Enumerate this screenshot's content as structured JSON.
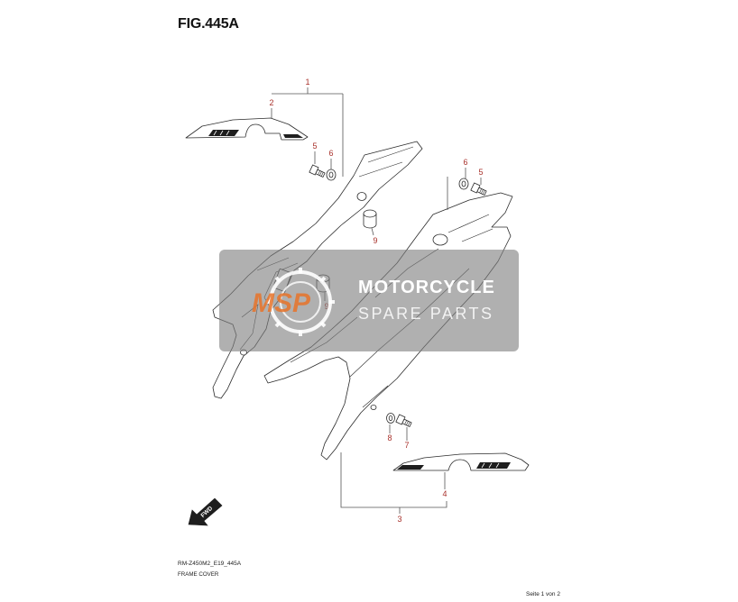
{
  "figure": {
    "title": "FIG.445A"
  },
  "callouts": [
    "1",
    "2",
    "5",
    "6",
    "6",
    "5",
    "9",
    "9",
    "8",
    "7",
    "4",
    "3"
  ],
  "direction_marker": {
    "label": "FWD",
    "icon": "forward-direction-arrow-icon"
  },
  "watermark": {
    "logo": "MSP",
    "line1": "MOTORCYCLE",
    "line2": "SPARE PARTS"
  },
  "footer": {
    "code": "RM-Z450M2_E19_445A",
    "caption": "FRAME COVER",
    "page": "Seite 1 von 2"
  },
  "colors": {
    "callout": "#a8312b",
    "logo": "#e8742a"
  }
}
